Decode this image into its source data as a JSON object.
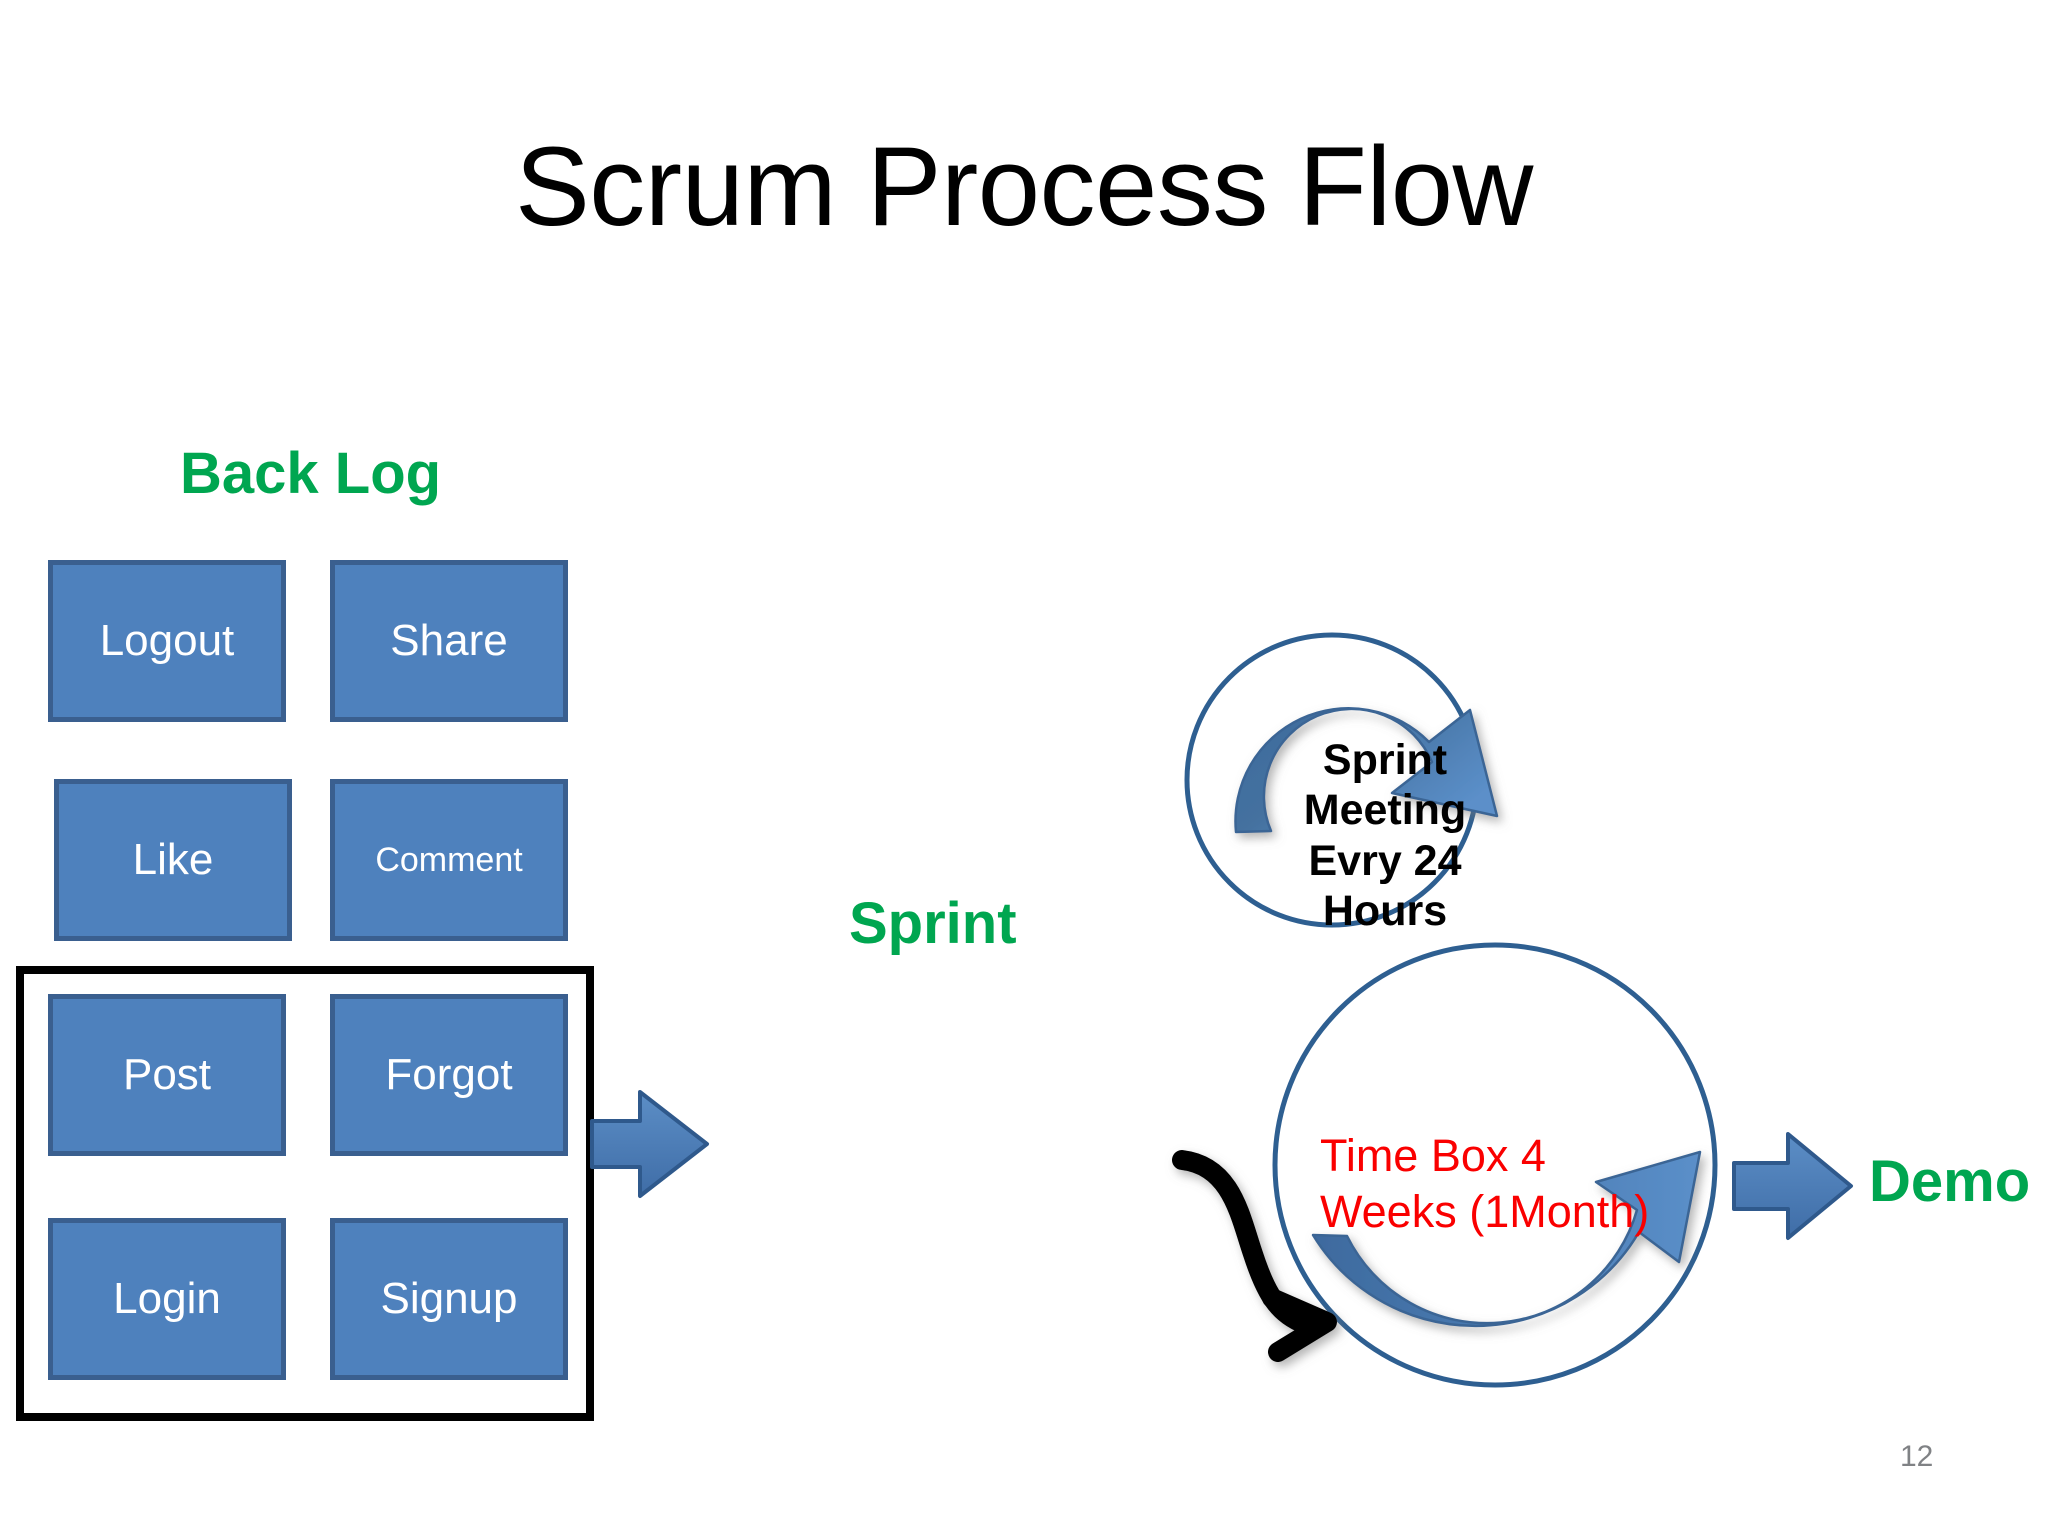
{
  "slide": {
    "title": "Scrum Process Flow",
    "number": "12",
    "background_color": "#ffffff"
  },
  "colors": {
    "accent_green": "#00a650",
    "box_fill_blue": "#4e81bd",
    "box_border_blue": "#3a5f8f",
    "circle_stroke_blue": "#2e5f91",
    "arrow_blue": "#4e81bd",
    "timebox_red": "#fa0000",
    "selection_black": "#000000",
    "slide_number_gray": "#808285"
  },
  "backlog": {
    "label": "Back Log",
    "items": [
      {
        "label": "Logout",
        "in_sprint": false
      },
      {
        "label": "Share",
        "in_sprint": false
      },
      {
        "label": "Like",
        "in_sprint": false
      },
      {
        "label": "Comment",
        "in_sprint": false
      },
      {
        "label": "Post",
        "in_sprint": true
      },
      {
        "label": "Forgot",
        "in_sprint": true
      },
      {
        "label": "Login",
        "in_sprint": true
      },
      {
        "label": "Signup",
        "in_sprint": true
      }
    ]
  },
  "sprint": {
    "label": "Sprint",
    "daily_meeting": {
      "lines": [
        "Sprint",
        "Meeting",
        "Evry  24",
        "Hours"
      ],
      "text": "Sprint Meeting Evry 24 Hours"
    },
    "time_box": {
      "lines": [
        "Time Box 4",
        "Weeks (1Month)"
      ],
      "text": "Time Box 4 Weeks (1Month)"
    }
  },
  "demo": {
    "label": "Demo"
  },
  "icons": {
    "backlog_to_sprint_arrow": "right-arrow-icon",
    "sprint_to_demo_arrow": "right-arrow-icon",
    "daily_cycle_arrow": "circular-arrow-clockwise-icon",
    "sprint_cycle_arrow": "circular-arrow-counterclockwise-icon",
    "inbound_curved_arrow": "curved-arrow-icon"
  }
}
